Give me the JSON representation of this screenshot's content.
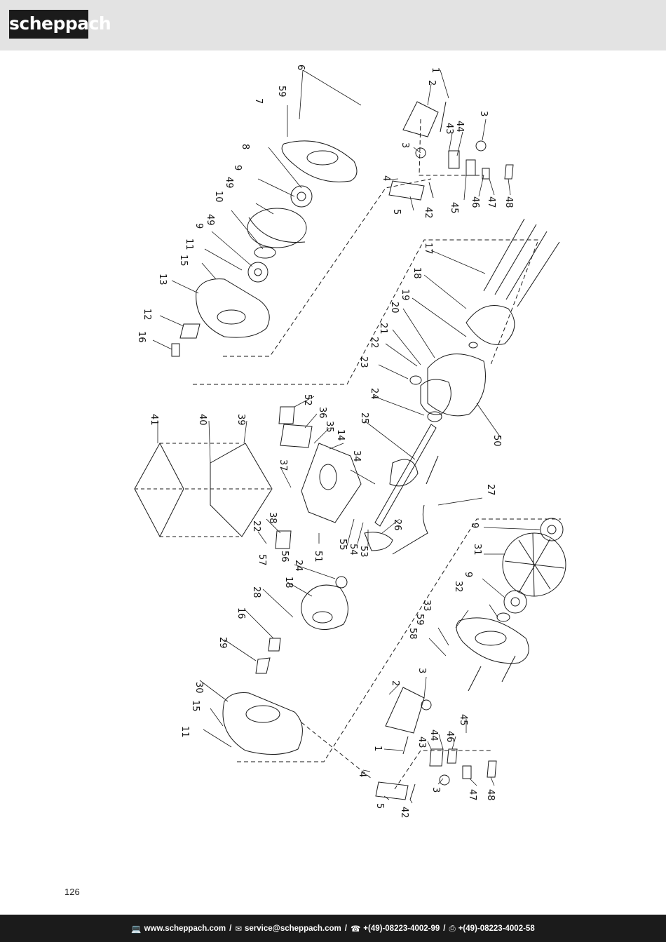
{
  "header": {
    "logo_text": "scheppach"
  },
  "diagram": {
    "part_labels": [
      "1",
      "2",
      "3",
      "3",
      "4",
      "5",
      "6",
      "59",
      "7",
      "8",
      "9",
      "49",
      "10",
      "49",
      "9",
      "11",
      "15",
      "13",
      "12",
      "16",
      "43",
      "44",
      "45",
      "46",
      "47",
      "48",
      "42",
      "17",
      "18",
      "19",
      "20",
      "21",
      "22",
      "23",
      "24",
      "25",
      "50",
      "52",
      "36",
      "35",
      "14",
      "34",
      "41",
      "40",
      "39",
      "37",
      "38",
      "22",
      "56",
      "57",
      "51",
      "55",
      "54",
      "53",
      "26",
      "27",
      "24",
      "18",
      "28",
      "16",
      "29",
      "30",
      "15",
      "11",
      "9",
      "31",
      "9",
      "32",
      "33",
      "59",
      "58",
      "3",
      "2",
      "1",
      "43",
      "44",
      "46",
      "45",
      "47",
      "48",
      "3",
      "4",
      "5",
      "42"
    ]
  },
  "page": {
    "number": "126"
  },
  "footer": {
    "website_icon": "computer-icon",
    "website": "www.scheppach.com",
    "email_icon": "mail-icon",
    "email": "service@scheppach.com",
    "phone_icon": "phone-icon",
    "phone": "+(49)-08223-4002-99",
    "fax_icon": "fax-icon",
    "fax": "+(49)-08223-4002-58",
    "separator": "/"
  }
}
